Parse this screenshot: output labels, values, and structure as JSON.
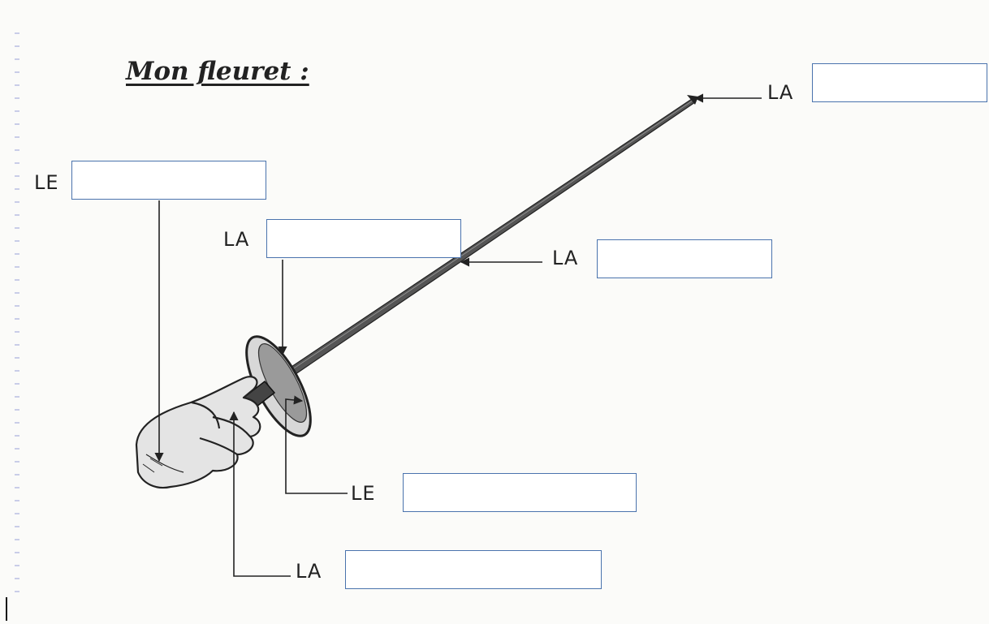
{
  "diagram": {
    "title": "Mon fleuret :",
    "labels": [
      {
        "id": "tip",
        "article": "LA",
        "answer": ""
      },
      {
        "id": "pommel",
        "article": "LE",
        "answer": ""
      },
      {
        "id": "guard",
        "article": "LA",
        "answer": ""
      },
      {
        "id": "blade",
        "article": "LA",
        "answer": ""
      },
      {
        "id": "pad",
        "article": "LE",
        "answer": ""
      },
      {
        "id": "grip",
        "article": "LA",
        "answer": ""
      }
    ]
  }
}
